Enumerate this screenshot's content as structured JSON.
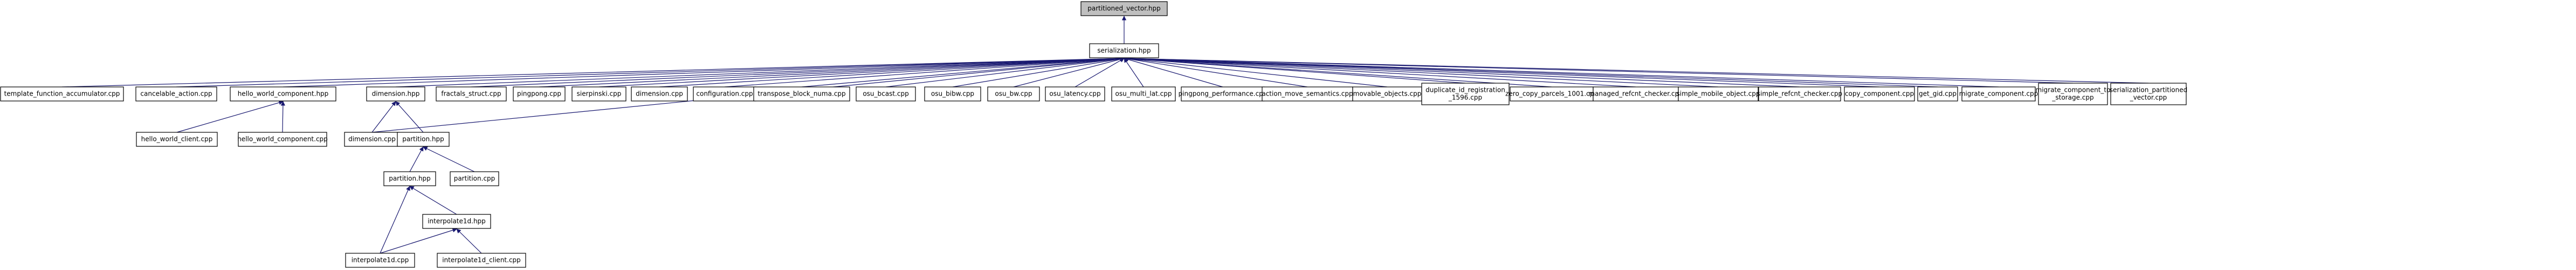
{
  "nodes": [
    {
      "id": "partitioned_vector_hpp",
      "label": "partitioned_vector.hpp",
      "root": true
    },
    {
      "id": "serialization_hpp",
      "label": "serialization.hpp"
    },
    {
      "id": "template_function_accumulator_cpp",
      "label": "template_function_accumulator.cpp"
    },
    {
      "id": "cancelable_action_cpp",
      "label": "cancelable_action.cpp"
    },
    {
      "id": "hello_world_component_hpp",
      "label": "hello_world_component.hpp"
    },
    {
      "id": "dimension_hpp",
      "label": "dimension.hpp"
    },
    {
      "id": "fractals_struct_cpp",
      "label": "fractals_struct.cpp"
    },
    {
      "id": "pingpong_cpp",
      "label": "pingpong.cpp"
    },
    {
      "id": "sierpinski_cpp",
      "label": "sierpinski.cpp"
    },
    {
      "id": "dimension_cpp_top",
      "label": "dimension.cpp"
    },
    {
      "id": "configuration_cpp",
      "label": "configuration.cpp"
    },
    {
      "id": "transpose_block_numa_cpp",
      "label": "transpose_block_numa.cpp"
    },
    {
      "id": "osu_bcast_cpp",
      "label": "osu_bcast.cpp"
    },
    {
      "id": "osu_bibw_cpp",
      "label": "osu_bibw.cpp"
    },
    {
      "id": "osu_bw_cpp",
      "label": "osu_bw.cpp"
    },
    {
      "id": "osu_latency_cpp",
      "label": "osu_latency.cpp"
    },
    {
      "id": "osu_multi_lat_cpp",
      "label": "osu_multi_lat.cpp"
    },
    {
      "id": "pingpong_performance_cpp",
      "label": "pingpong_performance.cpp"
    },
    {
      "id": "action_move_semantics_cpp",
      "label": "action_move_semantics.cpp"
    },
    {
      "id": "movable_objects_cpp",
      "label": "movable_objects.cpp"
    },
    {
      "id": "duplicate_id_registration_1596_cpp",
      "label": [
        "duplicate_id_registration",
        "_1596.cpp"
      ]
    },
    {
      "id": "zero_copy_parcels_1001_cpp",
      "label": "zero_copy_parcels_1001.cpp"
    },
    {
      "id": "managed_refcnt_checker_cpp",
      "label": "managed_refcnt_checker.cpp"
    },
    {
      "id": "simple_mobile_object_cpp",
      "label": "simple_mobile_object.cpp"
    },
    {
      "id": "simple_refcnt_checker_cpp",
      "label": "simple_refcnt_checker.cpp"
    },
    {
      "id": "copy_component_cpp",
      "label": "copy_component.cpp"
    },
    {
      "id": "get_gid_cpp",
      "label": "get_gid.cpp"
    },
    {
      "id": "migrate_component_cpp",
      "label": "migrate_component.cpp"
    },
    {
      "id": "migrate_component_to_storage_cpp",
      "label": [
        "migrate_component_to",
        "_storage.cpp"
      ]
    },
    {
      "id": "serialization_partitioned_vector_cpp",
      "label": [
        "serialization_partitioned",
        "_vector.cpp"
      ]
    },
    {
      "id": "hello_world_client_cpp",
      "label": "hello_world_client.cpp"
    },
    {
      "id": "hello_world_component_cpp",
      "label": "hello_world_component.cpp"
    },
    {
      "id": "dimension_cpp_mid",
      "label": "dimension.cpp"
    },
    {
      "id": "partition_hpp_a",
      "label": "partition.hpp"
    },
    {
      "id": "partition_hpp_b",
      "label": "partition.hpp"
    },
    {
      "id": "partition_cpp",
      "label": "partition.cpp"
    },
    {
      "id": "interpolate1d_hpp",
      "label": "interpolate1d.hpp"
    },
    {
      "id": "interpolate1d_cpp",
      "label": "interpolate1d.cpp"
    },
    {
      "id": "interpolate1d_client_cpp",
      "label": "interpolate1d_client.cpp"
    }
  ],
  "edges": [
    [
      "serialization_hpp",
      "partitioned_vector_hpp"
    ],
    [
      "template_function_accumulator_cpp",
      "serialization_hpp"
    ],
    [
      "cancelable_action_cpp",
      "serialization_hpp"
    ],
    [
      "hello_world_component_hpp",
      "serialization_hpp"
    ],
    [
      "dimension_hpp",
      "serialization_hpp"
    ],
    [
      "fractals_struct_cpp",
      "serialization_hpp"
    ],
    [
      "pingpong_cpp",
      "serialization_hpp"
    ],
    [
      "sierpinski_cpp",
      "serialization_hpp"
    ],
    [
      "dimension_cpp_top",
      "serialization_hpp"
    ],
    [
      "configuration_cpp",
      "serialization_hpp"
    ],
    [
      "transpose_block_numa_cpp",
      "serialization_hpp"
    ],
    [
      "osu_bcast_cpp",
      "serialization_hpp"
    ],
    [
      "osu_bibw_cpp",
      "serialization_hpp"
    ],
    [
      "osu_bw_cpp",
      "serialization_hpp"
    ],
    [
      "osu_latency_cpp",
      "serialization_hpp"
    ],
    [
      "osu_multi_lat_cpp",
      "serialization_hpp"
    ],
    [
      "pingpong_performance_cpp",
      "serialization_hpp"
    ],
    [
      "action_move_semantics_cpp",
      "serialization_hpp"
    ],
    [
      "movable_objects_cpp",
      "serialization_hpp"
    ],
    [
      "duplicate_id_registration_1596_cpp",
      "serialization_hpp"
    ],
    [
      "zero_copy_parcels_1001_cpp",
      "serialization_hpp"
    ],
    [
      "managed_refcnt_checker_cpp",
      "serialization_hpp"
    ],
    [
      "simple_mobile_object_cpp",
      "serialization_hpp"
    ],
    [
      "simple_refcnt_checker_cpp",
      "serialization_hpp"
    ],
    [
      "copy_component_cpp",
      "serialization_hpp"
    ],
    [
      "get_gid_cpp",
      "serialization_hpp"
    ],
    [
      "migrate_component_cpp",
      "serialization_hpp"
    ],
    [
      "migrate_component_to_storage_cpp",
      "serialization_hpp"
    ],
    [
      "serialization_partitioned_vector_cpp",
      "serialization_hpp"
    ],
    [
      "dimension_cpp_mid",
      "serialization_hpp"
    ],
    [
      "hello_world_client_cpp",
      "hello_world_component_hpp"
    ],
    [
      "hello_world_component_cpp",
      "hello_world_component_hpp"
    ],
    [
      "dimension_cpp_mid",
      "dimension_hpp"
    ],
    [
      "partition_hpp_b",
      "dimension_hpp"
    ],
    [
      "partition_hpp_a",
      "partition_hpp_b"
    ],
    [
      "partition_cpp",
      "partition_hpp_b"
    ],
    [
      "interpolate1d_hpp",
      "partition_hpp_a"
    ],
    [
      "interpolate1d_cpp",
      "partition_hpp_a"
    ],
    [
      "interpolate1d_cpp",
      "interpolate1d_hpp"
    ],
    [
      "interpolate1d_client_cpp",
      "interpolate1d_hpp"
    ]
  ],
  "colors": {
    "edge": "#191970",
    "root_fill": "#bfbfbf",
    "node_fill": "#ffffff",
    "border": "#000000"
  }
}
